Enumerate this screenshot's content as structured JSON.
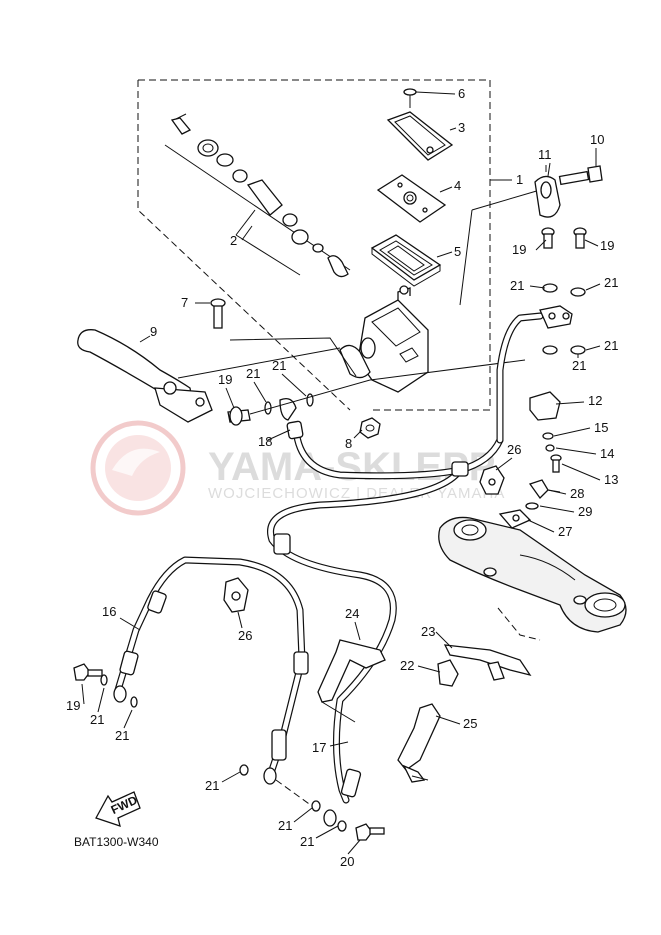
{
  "diagram": {
    "code": "BAT1300-W340",
    "fwd_label": "FWD",
    "watermark": {
      "brand": "YAMA-SKLEPP",
      "subtitle": "WOJCIECHOWICZ | DEALER YAMAHA",
      "color": "#e8a0a0"
    },
    "callouts": {
      "c1": "1",
      "c2": "2",
      "c3": "3",
      "c4": "4",
      "c5": "5",
      "c6": "6",
      "c7": "7",
      "c8": "8",
      "c9": "9",
      "c10": "10",
      "c11": "11",
      "c12": "12",
      "c13": "13",
      "c14": "14",
      "c15": "15",
      "c16": "16",
      "c17": "17",
      "c18": "18",
      "c19a": "19",
      "c19b": "19",
      "c19c": "19",
      "c19d": "19",
      "c20": "20",
      "c21a": "21",
      "c21b": "21",
      "c21c": "21",
      "c21d": "21",
      "c21e": "21",
      "c21f": "21",
      "c21g": "21",
      "c21h": "21",
      "c21i": "21",
      "c21j": "21",
      "c21k": "21",
      "c22": "22",
      "c23": "23",
      "c24": "24",
      "c25": "25",
      "c26a": "26",
      "c26b": "26",
      "c27": "27",
      "c28": "28",
      "c29": "29"
    }
  }
}
